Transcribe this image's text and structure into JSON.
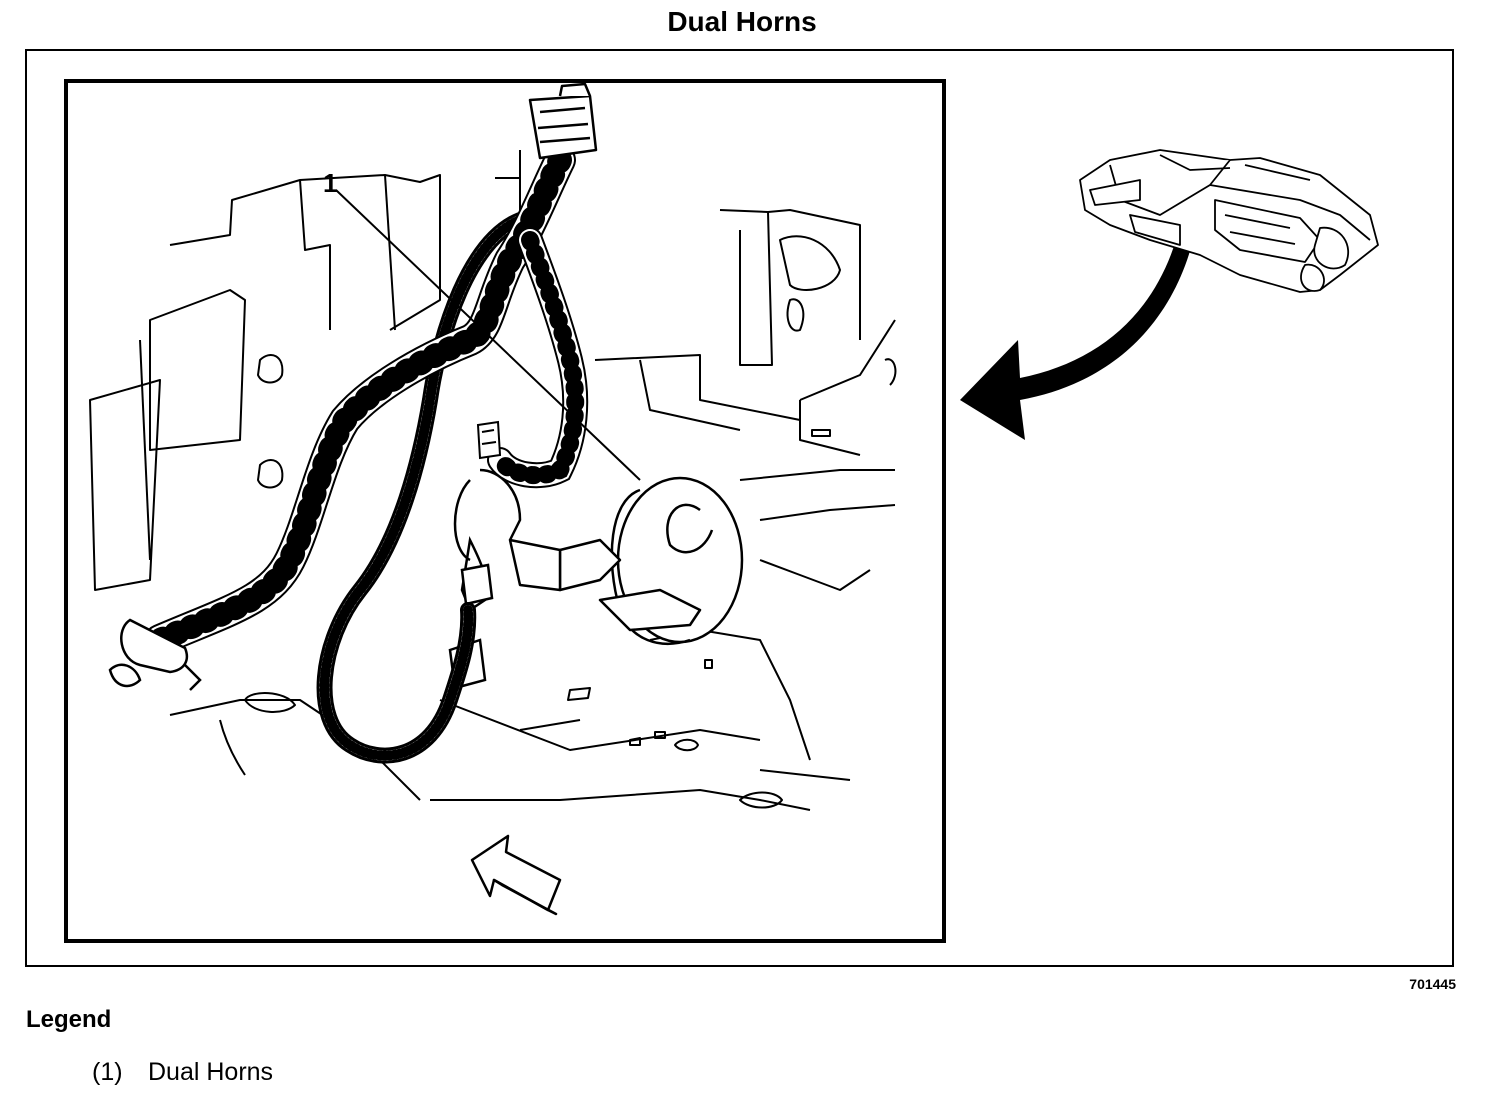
{
  "title": "Dual Horns",
  "figure": {
    "callout": "1",
    "number": "701445"
  },
  "legend": {
    "heading": "Legend",
    "items": [
      {
        "number": "(1)",
        "label": "Dual Horns"
      }
    ]
  }
}
